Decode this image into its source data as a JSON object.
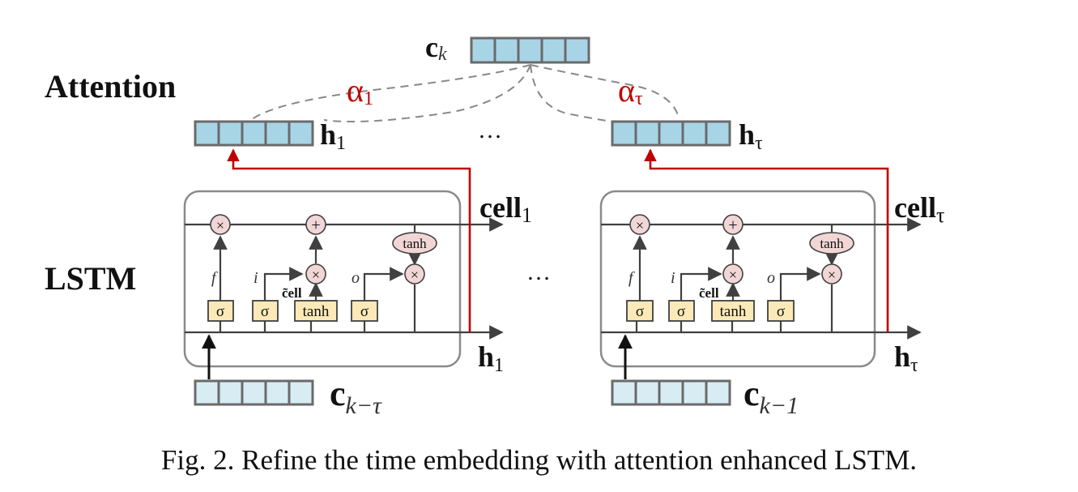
{
  "labels": {
    "attention": "Attention",
    "lstm": "LSTM",
    "ck_main": "c",
    "ck_sub": "k",
    "alpha": "α",
    "alpha1_sub": "1",
    "alphatau_sub": "τ",
    "h": "h",
    "h1_sub": "1",
    "htau_sub": "τ",
    "ellipsis": "…",
    "cell": "cell",
    "cell1_sub": "1",
    "celltau_sub": "τ",
    "input_left_main": "c",
    "input_left_sub": "k−τ",
    "input_right_main": "c",
    "input_right_sub": "k−1",
    "gate_sigma": "σ",
    "gate_tanh": "tanh",
    "op_mul": "×",
    "op_add": "+",
    "f": "f",
    "i": "i",
    "o": "o",
    "cell_tilde": "c̃ell"
  },
  "caption": "Fig. 2.  Refine the time embedding with attention enhanced LSTM.",
  "colors": {
    "vector_fill": "#a8d5e5",
    "vector_fill_light": "#d8ecf3",
    "attention_red": "#c00000",
    "gate_fill": "#fbe9b7",
    "op_fill": "#f2d6d6"
  }
}
